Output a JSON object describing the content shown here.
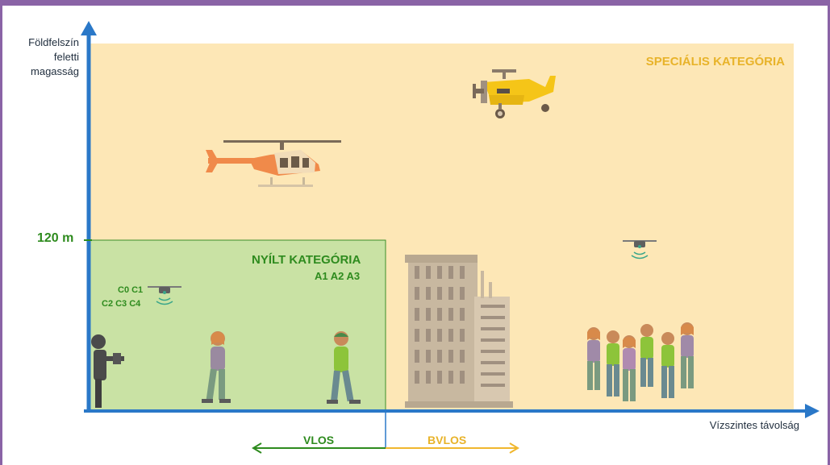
{
  "colors": {
    "frame": "#8a63a6",
    "special_area": "#fde7b6",
    "open_area": "#c9e2a4",
    "axis": "#2a78c8",
    "open_text": "#2e8b1e",
    "special_text": "#e8b32a",
    "vlos_arrow": "#2e8b1e",
    "bvlos_arrow": "#f0b72e"
  },
  "y_axis_label": [
    "Földfelszín",
    "feletti",
    "magasság"
  ],
  "x_axis_label": "Vízszintes távolság",
  "height_marker": "120 m",
  "special_category": "SPECIÁLIS KATEGÓRIA",
  "open_category": {
    "title": "NYÍLT KATEGÓRIA",
    "subcategories": "A1 A2 A3"
  },
  "drone_classes": {
    "row1": "C0 C1",
    "row2": "C2 C3 C4"
  },
  "vlos_label": "VLOS",
  "bvlos_label": "BVLOS",
  "icons": [
    "airplane-icon",
    "helicopter-icon",
    "drone-icon",
    "building-icon",
    "pilot-icon",
    "person-icon",
    "crowd-icon"
  ]
}
